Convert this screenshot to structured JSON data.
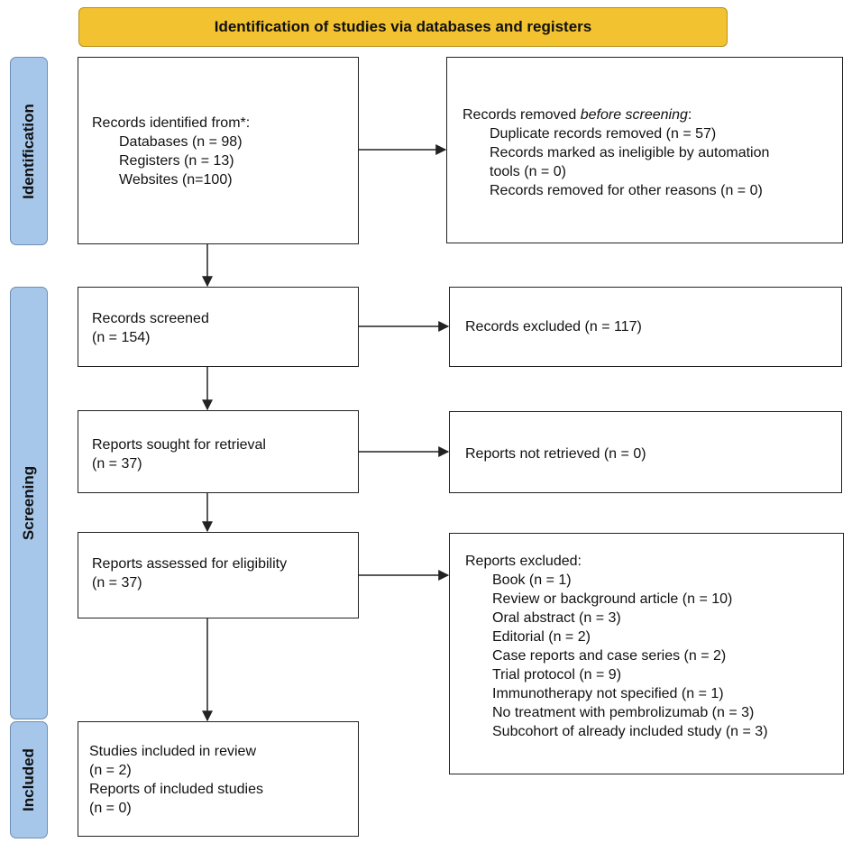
{
  "header": {
    "title": "Identification of studies via databases and registers"
  },
  "stages": {
    "identification": "Identification",
    "screening": "Screening",
    "included": "Included"
  },
  "boxes": {
    "records_identified": {
      "title": "Records identified from*:",
      "items": [
        "Databases (n = 98)",
        "Registers (n = 13)",
        "Websites (n=100)"
      ]
    },
    "records_removed": {
      "title_prefix": "Records removed ",
      "title_em": "before screening",
      "title_suffix": ":",
      "items": [
        "Duplicate records removed  (n = 57)",
        "Records marked as ineligible by automation",
        "tools (n = 0)",
        "Records removed for other reasons (n = 0)"
      ]
    },
    "records_screened": {
      "title": "Records screened",
      "count": "(n = 154)"
    },
    "records_excluded": {
      "title": "Records excluded (n = 117)"
    },
    "reports_sought": {
      "title": "Reports sought for retrieval",
      "count": "(n = 37)"
    },
    "reports_not_retrieved": {
      "title": "Reports not retrieved (n = 0)"
    },
    "reports_assessed": {
      "title": "Reports assessed for eligibility",
      "count": "(n = 37)"
    },
    "reports_excluded": {
      "title": "Reports excluded:",
      "items": [
        "Book (n = 1)",
        "Review or background article (n = 10)",
        "Oral abstract (n = 3)",
        "Editorial (n = 2)",
        "Case reports and case series (n = 2)",
        "Trial protocol (n = 9)",
        "Immunotherapy not specified (n = 1)",
        "No treatment with pembrolizumab (n = 3)",
        "Subcohort of already included study (n = 3)"
      ]
    },
    "studies_included": {
      "lines": [
        "Studies included in review",
        "(n = 2)",
        "Reports of included studies",
        "(n = 0)"
      ]
    }
  }
}
